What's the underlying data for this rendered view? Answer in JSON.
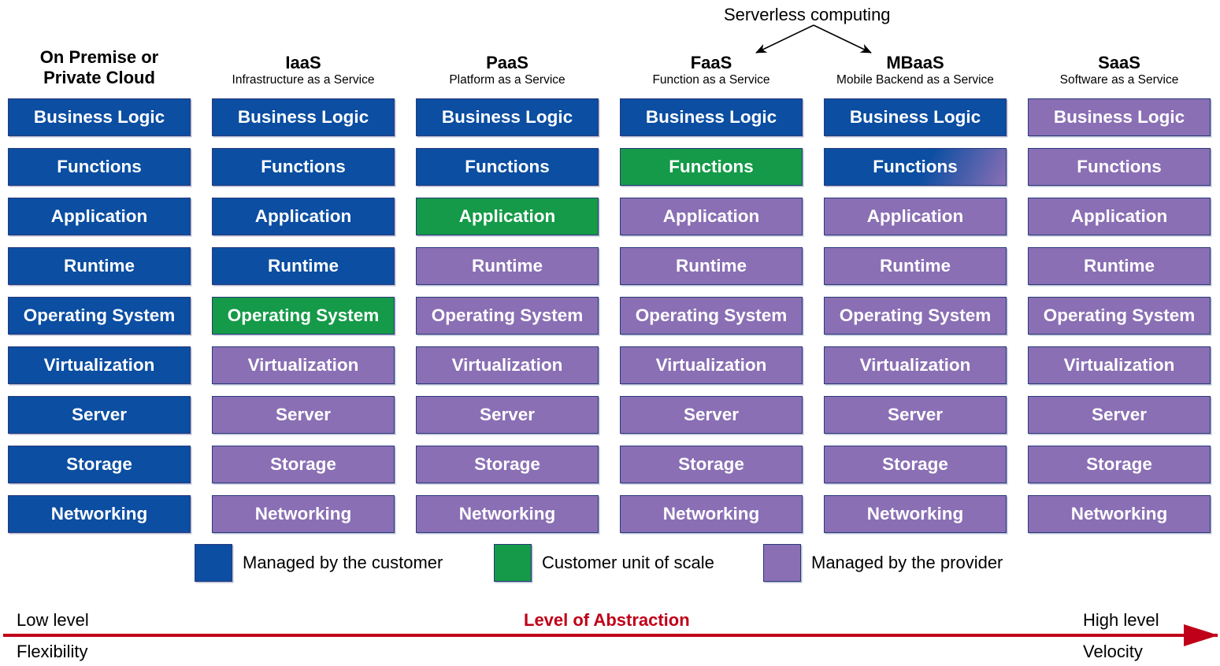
{
  "colors": {
    "customer": "#0b4ea2",
    "scale": "#149a48",
    "provider": "#8a6fb4",
    "axis": "#c00018"
  },
  "serverless": {
    "label": "Serverless computing"
  },
  "layers": [
    "Business Logic",
    "Functions",
    "Application",
    "Runtime",
    "Operating System",
    "Virtualization",
    "Server",
    "Storage",
    "Networking"
  ],
  "models": [
    {
      "name": "On Premise or\nPrivate Cloud",
      "subtitle": "",
      "tiles": [
        {
          "label": "Business Logic",
          "managed": "customer"
        },
        {
          "label": "Functions",
          "managed": "customer"
        },
        {
          "label": "Application",
          "managed": "customer"
        },
        {
          "label": "Runtime",
          "managed": "customer"
        },
        {
          "label": "Operating System",
          "managed": "customer"
        },
        {
          "label": "Virtualization",
          "managed": "customer"
        },
        {
          "label": "Server",
          "managed": "customer"
        },
        {
          "label": "Storage",
          "managed": "customer"
        },
        {
          "label": "Networking",
          "managed": "customer"
        }
      ]
    },
    {
      "name": "IaaS",
      "subtitle": "Infrastructure as a Service",
      "tiles": [
        {
          "label": "Business Logic",
          "managed": "customer"
        },
        {
          "label": "Functions",
          "managed": "customer"
        },
        {
          "label": "Application",
          "managed": "customer"
        },
        {
          "label": "Runtime",
          "managed": "customer"
        },
        {
          "label": "Operating System",
          "managed": "scale"
        },
        {
          "label": "Virtualization",
          "managed": "provider"
        },
        {
          "label": "Server",
          "managed": "provider"
        },
        {
          "label": "Storage",
          "managed": "provider"
        },
        {
          "label": "Networking",
          "managed": "provider"
        }
      ]
    },
    {
      "name": "PaaS",
      "subtitle": "Platform as a Service",
      "tiles": [
        {
          "label": "Business Logic",
          "managed": "customer"
        },
        {
          "label": "Functions",
          "managed": "customer"
        },
        {
          "label": "Application",
          "managed": "scale"
        },
        {
          "label": "Runtime",
          "managed": "provider"
        },
        {
          "label": "Operating System",
          "managed": "provider"
        },
        {
          "label": "Virtualization",
          "managed": "provider"
        },
        {
          "label": "Server",
          "managed": "provider"
        },
        {
          "label": "Storage",
          "managed": "provider"
        },
        {
          "label": "Networking",
          "managed": "provider"
        }
      ]
    },
    {
      "name": "FaaS",
      "subtitle": "Function as a Service",
      "tiles": [
        {
          "label": "Business Logic",
          "managed": "customer"
        },
        {
          "label": "Functions",
          "managed": "scale"
        },
        {
          "label": "Application",
          "managed": "provider"
        },
        {
          "label": "Runtime",
          "managed": "provider"
        },
        {
          "label": "Operating System",
          "managed": "provider"
        },
        {
          "label": "Virtualization",
          "managed": "provider"
        },
        {
          "label": "Server",
          "managed": "provider"
        },
        {
          "label": "Storage",
          "managed": "provider"
        },
        {
          "label": "Networking",
          "managed": "provider"
        }
      ]
    },
    {
      "name": "MBaaS",
      "subtitle": "Mobile Backend as a Service",
      "tiles": [
        {
          "label": "Business Logic",
          "managed": "customer"
        },
        {
          "label": "Functions",
          "managed": "mixed"
        },
        {
          "label": "Application",
          "managed": "provider"
        },
        {
          "label": "Runtime",
          "managed": "provider"
        },
        {
          "label": "Operating System",
          "managed": "provider"
        },
        {
          "label": "Virtualization",
          "managed": "provider"
        },
        {
          "label": "Server",
          "managed": "provider"
        },
        {
          "label": "Storage",
          "managed": "provider"
        },
        {
          "label": "Networking",
          "managed": "provider"
        }
      ]
    },
    {
      "name": "SaaS",
      "subtitle": "Software as a Service",
      "tiles": [
        {
          "label": "Business Logic",
          "managed": "provider"
        },
        {
          "label": "Functions",
          "managed": "provider"
        },
        {
          "label": "Application",
          "managed": "provider"
        },
        {
          "label": "Runtime",
          "managed": "provider"
        },
        {
          "label": "Operating System",
          "managed": "provider"
        },
        {
          "label": "Virtualization",
          "managed": "provider"
        },
        {
          "label": "Server",
          "managed": "provider"
        },
        {
          "label": "Storage",
          "managed": "provider"
        },
        {
          "label": "Networking",
          "managed": "provider"
        }
      ]
    }
  ],
  "legend": [
    {
      "label": "Managed by the customer",
      "managed": "customer"
    },
    {
      "label": "Customer unit of scale",
      "managed": "scale"
    },
    {
      "label": "Managed by the provider",
      "managed": "provider"
    }
  ],
  "axis": {
    "title": "Level of Abstraction",
    "left_top": "Low level",
    "left_bottom": "Flexibility",
    "right_top": "High level",
    "right_bottom": "Velocity"
  }
}
